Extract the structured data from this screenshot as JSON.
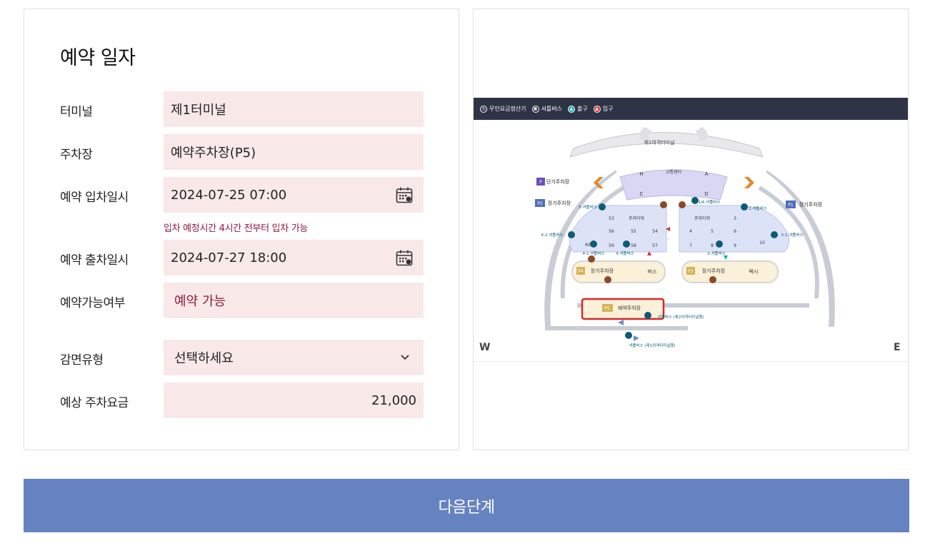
{
  "form": {
    "title": "예약 일자",
    "rows": [
      {
        "label": "터미널",
        "value": "제1터미널"
      },
      {
        "label": "주차장",
        "value": "예약주차장(P5)"
      },
      {
        "label": "예약 입차일시",
        "value": "2024-07-25 07:00"
      },
      {
        "label": "예약 출차일시",
        "value": "2024-07-27 18:00"
      },
      {
        "label": "예약가능여부",
        "value": "예약 가능"
      },
      {
        "label": "감면유형",
        "value": "선택하세요"
      },
      {
        "label": "예상 주차요금",
        "value": "21,000"
      }
    ],
    "hint": "입차 예정시간 4시간 전부터 입차 가능",
    "icons": {
      "calendar": "calendar-icon",
      "dropdown": "chevron-down-icon"
    }
  },
  "map": {
    "legend": [
      "무인요금정산기",
      "셔틀버스",
      "출구",
      "입구"
    ],
    "terminal_label": "제1여객터미널",
    "transport_center": "교통센터",
    "zones": [
      "H",
      "A",
      "C",
      "D"
    ],
    "parking_labels": {
      "short_term": "단기주차장",
      "p2": "장기주차장",
      "p1": "장기주차장",
      "p4": "장기주차장",
      "p3": "장기주차장",
      "p5": "예약주차장",
      "bus": "버스",
      "taxi": "택시",
      "tower": "주차타워"
    },
    "badges": [
      "P",
      "P2",
      "P1",
      "P4",
      "P3",
      "P5"
    ],
    "lot_numbers_left": [
      "53",
      "56",
      "55",
      "54",
      "60",
      "59",
      "58",
      "57"
    ],
    "lot_numbers_right": [
      "3",
      "4",
      "5",
      "6",
      "7",
      "8",
      "9",
      "10"
    ],
    "shuttle_stops": [
      "5.셔틀버스",
      "1/6.셔틀버스",
      "2.셔틀버스",
      "4-2.셔틀버스",
      "3-1.셔틀버스",
      "4-1.셔틀버스",
      "4.셔틀버스",
      "3.셔틀버스",
      "셔틀버스 (제2여객터미널행)",
      "셔틀버스 (제1여객터미널행)"
    ],
    "west": "W",
    "east": "E"
  },
  "actions": {
    "next": "다음단계"
  },
  "colors": {
    "field_bg": "#f9e8e8",
    "accent_red": "#8a1a3c",
    "button": "#6683c1",
    "legend_bar": "#2e3346"
  }
}
